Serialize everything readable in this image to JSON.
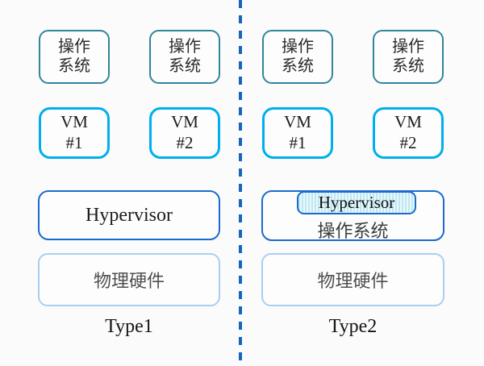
{
  "diagram": {
    "title_hint": "Type1 vs Type2 hypervisor architecture comparison",
    "colors": {
      "background": "#fbfbfb",
      "divider": "#1565C0",
      "os_box_border": "#31859C",
      "vm_box_border": "#00AEEF",
      "hypervisor_border": "#1A6BCC",
      "hardware_border": "#A9CDF3",
      "hypervisor_fill_stripes": "#BFE7F2"
    },
    "type1": {
      "label": "Type1",
      "os_boxes": [
        {
          "line1": "操作",
          "line2": "系统"
        },
        {
          "line1": "操作",
          "line2": "系统"
        }
      ],
      "vm_boxes": [
        {
          "line1": "VM",
          "line2": "#1"
        },
        {
          "line1": "VM",
          "line2": "#2"
        }
      ],
      "hypervisor": "Hypervisor",
      "hardware": "物理硬件"
    },
    "type2": {
      "label": "Type2",
      "os_boxes": [
        {
          "line1": "操作",
          "line2": "系统"
        },
        {
          "line1": "操作",
          "line2": "系统"
        }
      ],
      "vm_boxes": [
        {
          "line1": "VM",
          "line2": "#1"
        },
        {
          "line1": "VM",
          "line2": "#2"
        }
      ],
      "hypervisor": "Hypervisor",
      "host_os": "操作系统",
      "hardware": "物理硬件"
    }
  }
}
